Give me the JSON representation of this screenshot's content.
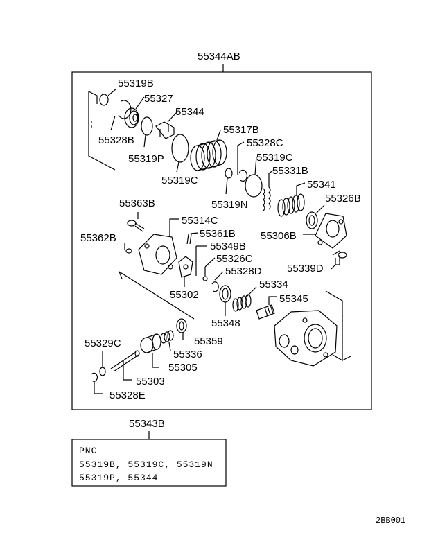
{
  "assembly_main": "55344AB",
  "assembly_sub": "55343B",
  "drawing_code": "2BB001",
  "pnc_box": {
    "header": "PNC",
    "line1": "55319B, 55319C, 55319N",
    "line2": "55319P, 55344"
  },
  "parts": {
    "p55319B": "55319B",
    "p55327": "55327",
    "p55344": "55344",
    "p55328B": "55328B",
    "p55319P": "55319P",
    "p55317B": "55317B",
    "p55328C": "55328C",
    "p55319C_a": "55319C",
    "p55319C_b": "55319C",
    "p55331B": "55331B",
    "p55319N": "55319N",
    "p55341": "55341",
    "p55326B": "55326B",
    "p55363B": "55363B",
    "p55314C": "55314C",
    "p55361B": "55361B",
    "p55306B": "55306B",
    "p55362B": "55362B",
    "p55349B": "55349B",
    "p55326C": "55326C",
    "p55339D": "55339D",
    "p55328D": "55328D",
    "p55334": "55334",
    "p55302": "55302",
    "p55345": "55345",
    "p55348": "55348",
    "p55359": "55359",
    "p55329C": "55329C",
    "p55336": "55336",
    "p55305": "55305",
    "p55303": "55303",
    "p55328E": "55328E"
  }
}
